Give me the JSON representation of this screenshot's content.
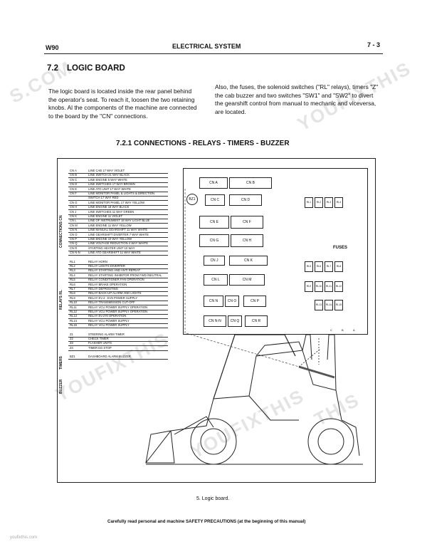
{
  "header": {
    "model": "W90",
    "title": "ELECTRICAL SYSTEM",
    "page": "7 - 3"
  },
  "section": {
    "number": "7.2",
    "title": "LOGIC BOARD"
  },
  "paragraphs": {
    "left": "The logic board is located inside the rear panel behind the operator's seat. To reach it, loosen the two retaining knobs. Al the components of the machine are connected to the board by the \"CN\" connections.",
    "right": "Also, the fuses, the solenoid switches (\"RL\" relays), timers \"Z\" the cab buzzer and two switches \"SW1\" and \"SW2\" to divert the gearshift control from manual to mechanic and viceversa, are located."
  },
  "subsection": "7.2.1 CONNECTIONS - RELAYS - TIMERS - BUZZER",
  "groups": {
    "connections": "CONNECTIONS CN",
    "relays": "RELAYS RL",
    "timers": "TIMERS",
    "buzzer": "BUZZER"
  },
  "connections": [
    {
      "code": "CN A",
      "desc": "LINE CAB 17 WAY VIOLET"
    },
    {
      "code": "CN B",
      "desc": "LINE SWITCH 21 WAY BLACK"
    },
    {
      "code": "CN C",
      "desc": "LINE ENGINE 5 WAY WHITE"
    },
    {
      "code": "CN D",
      "desc": "LINE SWITCHES 17 WAY BROWN"
    },
    {
      "code": "CN E",
      "desc": "LINE ATO UNIT 17 WAY WHITE"
    },
    {
      "code": "CN F",
      "desc": "LINE MONITOR PANEL & LIGHTS & DIRECTION"
    },
    {
      "code": "",
      "desc": "SWITCH 17 WAY RED"
    },
    {
      "code": "CN G",
      "desc": "LINE MONITOR PANEL 17 WAY YELLOW"
    },
    {
      "code": "CN H",
      "desc": "LINE ENGINE 18 WAY BLACK"
    },
    {
      "code": "CN J",
      "desc": "LINE SWITCHES 11 WAY GREEN"
    },
    {
      "code": "CN K",
      "desc": "LINE ENGINE 11 VIOLET"
    },
    {
      "code": "CN L",
      "desc": "LINE OF INSTRUMENT 18 WAY LIGHT BLUE"
    },
    {
      "code": "CN M",
      "desc": "LINE ENGINE 11 WAY YELLOW"
    },
    {
      "code": "CN N",
      "desc": "LINE MANUAL GEARSHIFT 11 WAY WHITE"
    },
    {
      "code": "CN O",
      "desc": "LINE GEARSHIFT DIVERTER 7 WAY WHITE"
    },
    {
      "code": "CN P",
      "desc": "LINE ENGINE 10 WAY YELLOW"
    },
    {
      "code": "CN Q",
      "desc": "LINE VOLTAGE REDUCTION 4 WAY WHITE"
    },
    {
      "code": "CN R",
      "desc": "STARTING HEATER UNIT 10 WAY"
    },
    {
      "code": "CN N-N",
      "desc": "LINE ATO GEARSHIFT 11 WAY WHITE"
    }
  ],
  "relays": [
    {
      "code": "RL1",
      "desc": "RELAY HORN"
    },
    {
      "code": "RL2",
      "desc": "RELAY LIGHTS DIVERTER"
    },
    {
      "code": "RL3",
      "desc": "RELAY STARTING AND ANTI REPEAT"
    },
    {
      "code": "RL4",
      "desc": "RELAY STARTING INHIBITOR FROM FWD./NEUTRAL"
    },
    {
      "code": "RL5",
      "desc": "RELAY CONDITIONER FAN OPERATION"
    },
    {
      "code": "RL6",
      "desc": "RELAY BRAKE OPERATION"
    },
    {
      "code": "RL7",
      "desc": "RELAY DEFROSTING"
    },
    {
      "code": "RL8",
      "desc": "RELAY BACK-UP ALARM AND LIGHTS"
    },
    {
      "code": "RL9",
      "desc": "RELAY EV.4 - EV5 POWER SUPPLY"
    },
    {
      "code": "RL10",
      "desc": "RELAY TRANSMISSION CUT-OFF"
    },
    {
      "code": "RL11",
      "desc": "RELAY VCU POWER SUPPLY OPERATION"
    },
    {
      "code": "RL12",
      "desc": "RELAY VCU POWER SUPPLY OPERATION"
    },
    {
      "code": "RL13",
      "desc": "RELAY EV.270 OPERATION"
    },
    {
      "code": "RL14",
      "desc": "RELAY VCU POWER SUPPLY"
    },
    {
      "code": "RL15",
      "desc": "RELAY VCU POWER SUPPLY"
    }
  ],
  "timers": [
    {
      "code": "Z1",
      "desc": "STEERING ALARM TIMER"
    },
    {
      "code": "Z2",
      "desc": "CHECK TIMER"
    },
    {
      "code": "Z3",
      "desc": "FLASHER UNITS"
    },
    {
      "code": "Z4",
      "desc": "TIMER EG STOP"
    }
  ],
  "buzzers": [
    {
      "code": "BZ1",
      "desc": "DASHBOARD ALARM BUZZER"
    }
  ],
  "board": {
    "connectors": [
      "CN A",
      "CN B",
      "CN C",
      "CN D",
      "CN E",
      "CN F",
      "CN G",
      "CN H",
      "CN J",
      "CN K",
      "CN L",
      "CN M",
      "CN N",
      "CN O",
      "CN P",
      "CN N-N",
      "CN Q",
      "CN R"
    ],
    "buzzer": "BZ1",
    "relay_labels": [
      "RL1",
      "RL2",
      "RL3",
      "RL4",
      "RL5",
      "RL6",
      "RL7",
      "RL8",
      "RL9",
      "RL10",
      "RL11",
      "RL12",
      "RL13",
      "RL14",
      "RL15"
    ],
    "fuses_label": "FUSES",
    "bottom_labels": [
      "C",
      "B",
      "A"
    ]
  },
  "caption": "5. Logic board.",
  "footer": "Carefully read personal and machine SAFETY PRECAUTIONS (at the beginning of this manual)",
  "site": "youfixthis.com"
}
